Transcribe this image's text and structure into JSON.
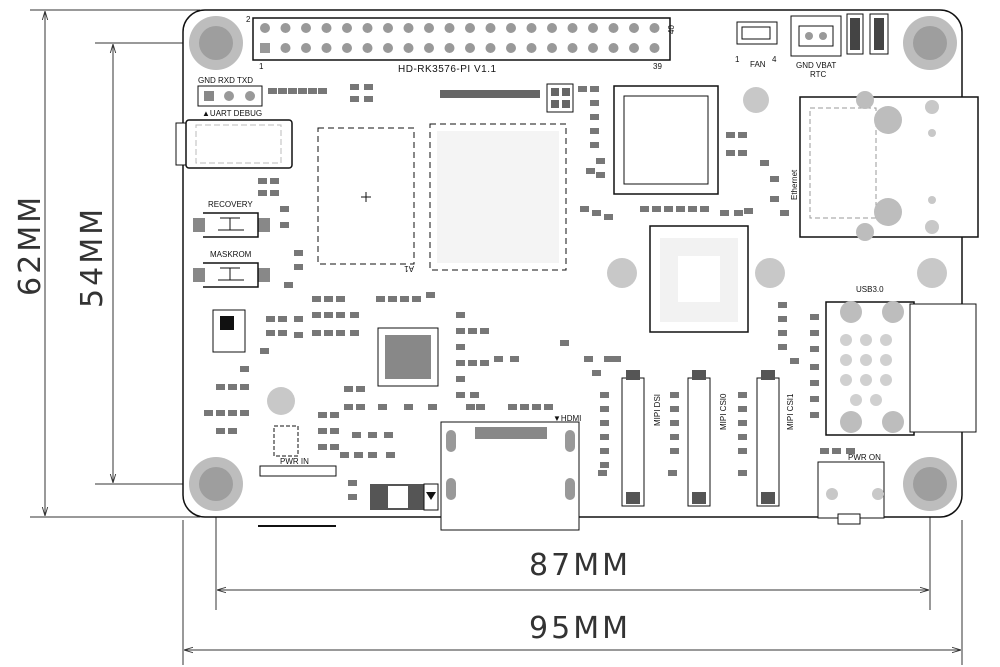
{
  "board": {
    "model_label": "HD-RK3576-PI V1.1",
    "gpio_pin_2": "2",
    "gpio_pin_40": "40",
    "gpio_pin_1": "1",
    "gpio_pin_39": "39"
  },
  "labels": {
    "uart_pins": "GND  RXD  TXD",
    "uart": "▲UART DEBUG",
    "fan": "FAN",
    "fan_pin_1": "1",
    "fan_pin_4": "4",
    "rtc_pins": "GND VBAT",
    "rtc": "RTC",
    "recovery": "RECOVERY",
    "maskrom": "MASKROM",
    "ethernet": "Ethernet",
    "usb": "USB3.0",
    "hdmi": "▼HDMI",
    "mipi_dsi": "MIPI DSI",
    "mipi_csi0": "MIPI CSI0",
    "mipi_csi1": "MIPI CSI1",
    "pwr_in": "PWR IN",
    "pwr_on": "PWR ON",
    "a1": "A1"
  },
  "dimensions": {
    "height_outer": "62MM",
    "height_inner": "54MM",
    "width_inner": "87MM",
    "width_outer": "95MM"
  }
}
